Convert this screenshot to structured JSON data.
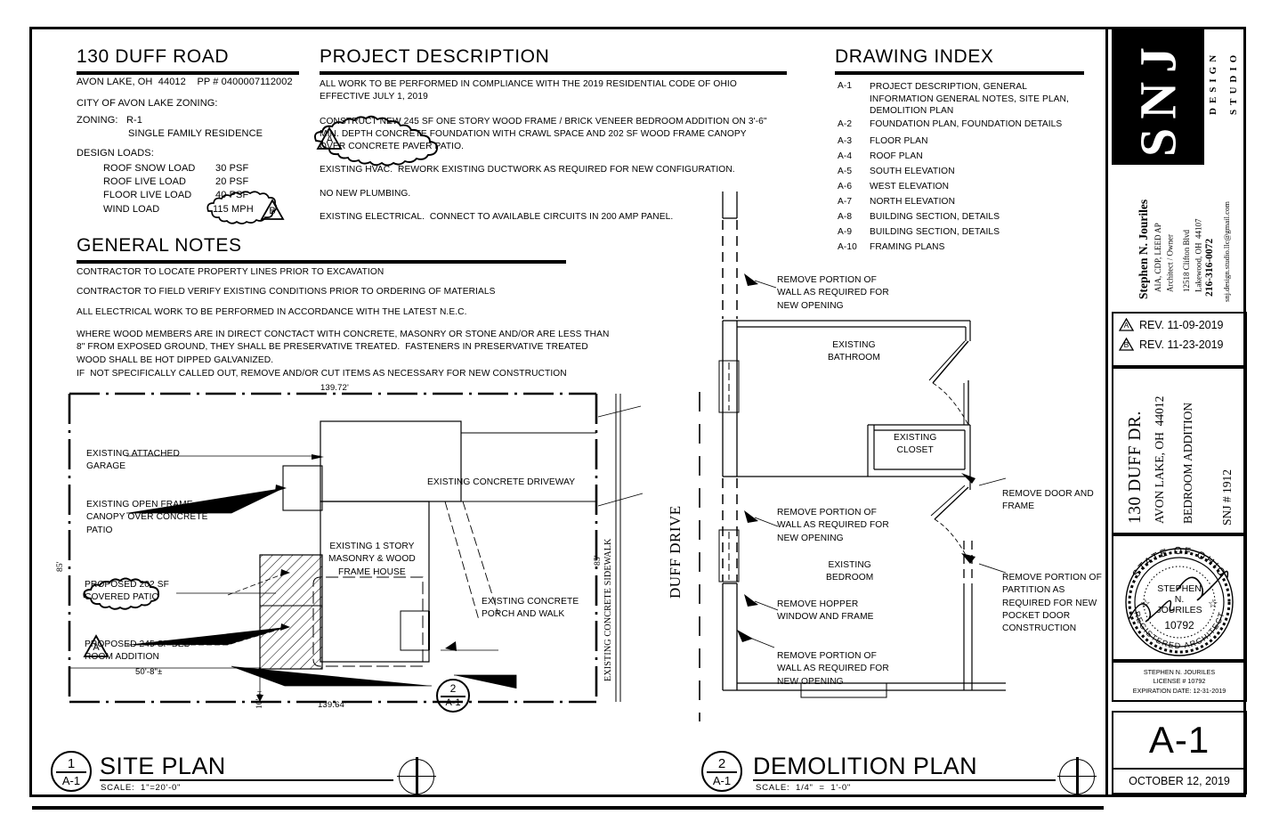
{
  "sheet": {
    "number": "A-1",
    "date": "OCTOBER 12, 2019"
  },
  "project_info": {
    "title": "130 DUFF ROAD",
    "address_line": "AVON LAKE, OH  44012    PP # 0400007112002",
    "zoning_heading": "CITY OF AVON LAKE ZONING:",
    "zoning_label": "ZONING:   R-1",
    "zoning_use": "SINGLE FAMILY RESIDENCE",
    "design_loads_heading": "DESIGN LOADS:",
    "loads": [
      {
        "name": "ROOF SNOW LOAD",
        "value": "30 PSF"
      },
      {
        "name": "ROOF LIVE LOAD",
        "value": "20 PSF"
      },
      {
        "name": "FLOOR LIVE LOAD",
        "value": "40 PSF"
      },
      {
        "name": "WIND LOAD",
        "value": "115 MPH",
        "clouded": true,
        "revision": "B"
      }
    ]
  },
  "project_description": {
    "heading": "PROJECT DESCRIPTION",
    "paragraphs": [
      "ALL WORK TO BE PERFORMED IN COMPLIANCE WITH THE 2019 RESIDENTIAL CODE OF OHIO\nEFFECTIVE JULY 1, 2019",
      "CONSTRUCT NEW 245 SF ONE STORY WOOD FRAME / BRICK VENEER BEDROOM ADDITION ON 3'-6\"\nMIN. DEPTH CONCRETE FOUNDATION WITH CRAWL SPACE AND 202 SF WOOD FRAME CANOPY\nOVER CONCRETE PAVER PATIO.",
      "EXISTING HVAC.  REWORK EXISTING DUCTWORK AS REQUIRED FOR NEW CONFIGURATION.",
      "NO NEW PLUMBING.",
      "EXISTING ELECTRICAL.  CONNECT TO AVAILABLE CIRCUITS IN 200 AMP PANEL."
    ],
    "revision_marker": "A"
  },
  "drawing_index": {
    "heading": "DRAWING INDEX",
    "entries": [
      {
        "code": "A-1",
        "title": "PROJECT DESCRIPTION, GENERAL\nINFORMATION GENERAL NOTES, SITE PLAN,\nDEMOLITION PLAN"
      },
      {
        "code": "A-2",
        "title": "FOUNDATION PLAN, FOUNDATION DETAILS"
      },
      {
        "code": "A-3",
        "title": "FLOOR PLAN"
      },
      {
        "code": "A-4",
        "title": "ROOF PLAN"
      },
      {
        "code": "A-5",
        "title": "SOUTH ELEVATION"
      },
      {
        "code": "A-6",
        "title": "WEST ELEVATION"
      },
      {
        "code": "A-7",
        "title": "NORTH ELEVATION"
      },
      {
        "code": "A-8",
        "title": "BUILDING SECTION, DETAILS"
      },
      {
        "code": "A-9",
        "title": "BUILDING SECTION, DETAILS"
      },
      {
        "code": "A-10",
        "title": "FRAMING PLANS"
      }
    ]
  },
  "general_notes": {
    "heading": "GENERAL NOTES",
    "notes": [
      "CONTRACTOR TO LOCATE PROPERTY LINES PRIOR TO EXCAVATION",
      "CONTRACTOR TO FIELD VERIFY EXISTING CONDITIONS PRIOR TO ORDERING OF MATERIALS",
      "ALL ELECTRICAL WORK TO BE PERFORMED IN ACCORDANCE WITH THE LATEST N.E.C.",
      "WHERE WOOD MEMBERS ARE IN DIRECT CONCTACT WITH CONCRETE, MASONRY OR STONE AND/OR ARE LESS THAN\n8\" FROM EXPOSED GROUND, THEY SHALL BE PRESERVATIVE TREATED.  FASTENERS IN PRESERVATIVE TREATED\nWOOD SHALL BE HOT DIPPED GALVANIZED.",
      "IF  NOT SPECIFICALLY CALLED OUT, REMOVE AND/OR CUT ITEMS AS NECESSARY FOR NEW CONSTRUCTION"
    ]
  },
  "site_plan": {
    "title": "SITE PLAN",
    "detail_number": "1",
    "sheet_ref": "A-1",
    "scale": "SCALE:  1\"=20'-0\"",
    "dimensions": {
      "top": "139.72'",
      "bottom": "139.64'",
      "left": "85'",
      "right": "85'",
      "addition_width": "50'-8\"±",
      "addition_offset": "10'±"
    },
    "labels": [
      "EXISTING ATTACHED\nGARAGE",
      "EXISTING OPEN FRAME\nCANOPY OVER CONCRETE\nPATIO",
      "PROPOSED 202 SF\nCOVERED PATIO",
      "PROPOSED 245 SF BED\nROOM ADDITION",
      "EXISTING CONCRETE DRIVEWAY",
      "EXISTING 1 STORY\nMASONRY & WOOD\nFRAME HOUSE",
      "EXISTING CONCRETE\nPORCH AND WALK",
      "EXISTING CONCRETE SIDEWALK",
      "DUFF DRIVE"
    ],
    "revision_marker": "A"
  },
  "demolition_plan": {
    "title": "DEMOLITION PLAN",
    "detail_number": "2",
    "sheet_ref": "A-1",
    "scale": "SCALE:  1/4\"  =  1'-0\"",
    "room_labels": [
      "EXISTING\nBATHROOM",
      "EXISTING\nCLOSET",
      "EXISTING\nBEDROOM"
    ],
    "notes": [
      "REMOVE PORTION OF\nWALL AS REQUIRED FOR\nNEW OPENING",
      "REMOVE DOOR AND\nFRAME",
      "REMOVE PORTION OF\nWALL AS REQUIRED FOR\nNEW OPENING",
      "REMOVE PORTION OF\nPARTITION AS\nREQUIRED FOR NEW\nPOCKET DOOR\nCONSTRUCTION",
      "REMOVE HOPPER\nWINDOW AND FRAME",
      "REMOVE PORTION OF\nWALL AS REQUIRED FOR\nNEW OPENING"
    ]
  },
  "title_block": {
    "logo": {
      "initials": "SNJ",
      "word_design": "DESIGN",
      "word_studio": "STUDIO"
    },
    "architect": {
      "name": "Stephen N. Jouriles",
      "credentials": "AIA, CDP, LEED AP\nArchitect / Owner",
      "address": "12518 Clifton Blvd\nLakewood, OH  44107",
      "phone": "216-316-0072",
      "email": "snj.design.studio.llc@gmail.com"
    },
    "revisions": [
      {
        "mark": "A",
        "text": "REV. 11-09-2019"
      },
      {
        "mark": "B",
        "text": "REV. 11-23-2019"
      }
    ],
    "project": {
      "address": "130 DUFF DR.",
      "city": "AVON LAKE, OH  44012",
      "scope": "BEDROOM ADDITION",
      "number": "SNJ # 1912"
    },
    "seal": {
      "top_text": "STATE OF OHIO",
      "bottom_text": "REGISTERED ARCHITECT",
      "name_line1": "STEPHEN",
      "name_line2": "N.",
      "name_line3": "JOURILES",
      "license": "10792"
    },
    "license_block": {
      "name": "STEPHEN N. JOURILES",
      "license": "LICENSE # 10792",
      "expiration": "EXPIRATION DATE: 12-31-2019"
    }
  }
}
